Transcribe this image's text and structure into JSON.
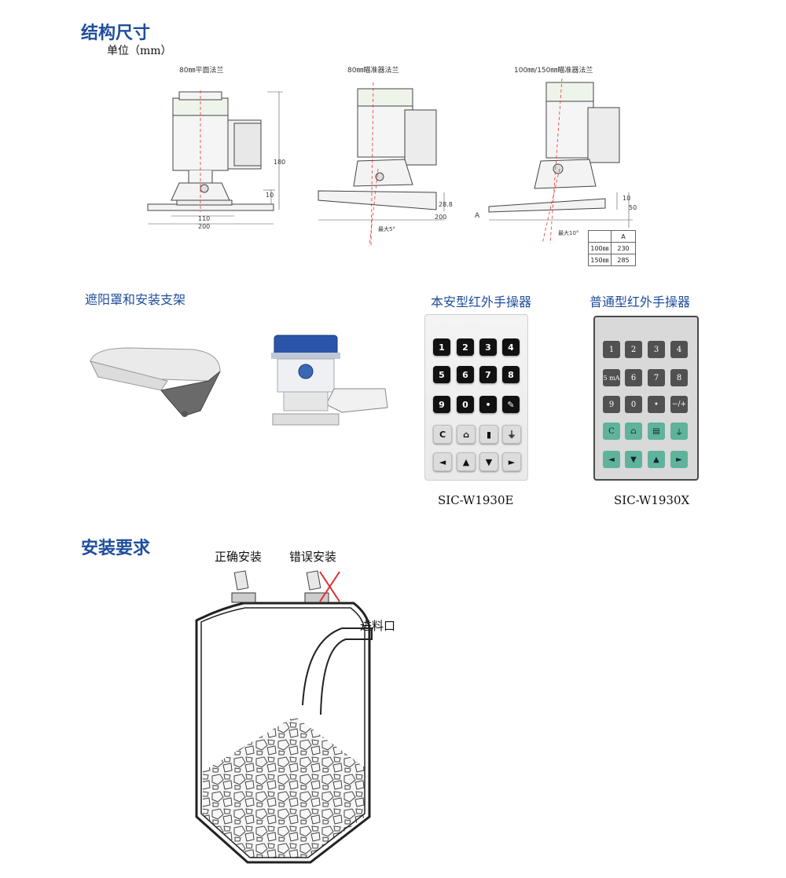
{
  "section1": {
    "title": "结构尺寸",
    "unit": "单位（mm）",
    "diagrams": [
      {
        "caption": "80㎜平面法兰",
        "dims": {
          "height": "180",
          "flange_t": "10",
          "inner": "110",
          "outer": "200"
        }
      },
      {
        "caption": "80㎜瞄准器法兰",
        "dims": {
          "side": "28.8",
          "outer": "200",
          "angle": "最大5°"
        }
      },
      {
        "caption": "100㎜/150㎜瞄准器法兰",
        "dims": {
          "t": "10",
          "h": "50.5",
          "a": "A",
          "angle": "最大10°"
        }
      }
    ],
    "table": {
      "header": "A",
      "rows": [
        [
          "100㎜",
          "230"
        ],
        [
          "150㎜",
          "285"
        ]
      ]
    }
  },
  "section2": {
    "sunshade_title": "遮阳罩和安装支架",
    "remote1_title": "本安型红外手操器",
    "remote2_title": "普通型红外手操器",
    "remote1_model": "SIC-W1930E",
    "remote2_model": "SIC-W1930X",
    "remote1_keys": [
      "1",
      "2",
      "3",
      "4",
      "5",
      "6",
      "7",
      "8",
      "9",
      "0",
      "•",
      "✎",
      "C",
      "⌂",
      "▮",
      "⏚",
      "◄",
      "▲",
      "▼",
      "►"
    ],
    "remote2_keys": [
      "1",
      "2",
      "3",
      "4",
      "5 mA",
      "6",
      "7",
      "8",
      "9",
      "0",
      "•",
      "−/+",
      "C",
      "⌂",
      "▤",
      "⏚",
      "◄",
      "▼",
      "▲",
      "►"
    ]
  },
  "section3": {
    "title": "安装要求",
    "correct": "正确安装",
    "wrong": "错误安装",
    "inlet": "进料口"
  },
  "colors": {
    "heading": "#1f4e9c",
    "teal_key": "#5fb39b",
    "dark_key": "#111111"
  }
}
